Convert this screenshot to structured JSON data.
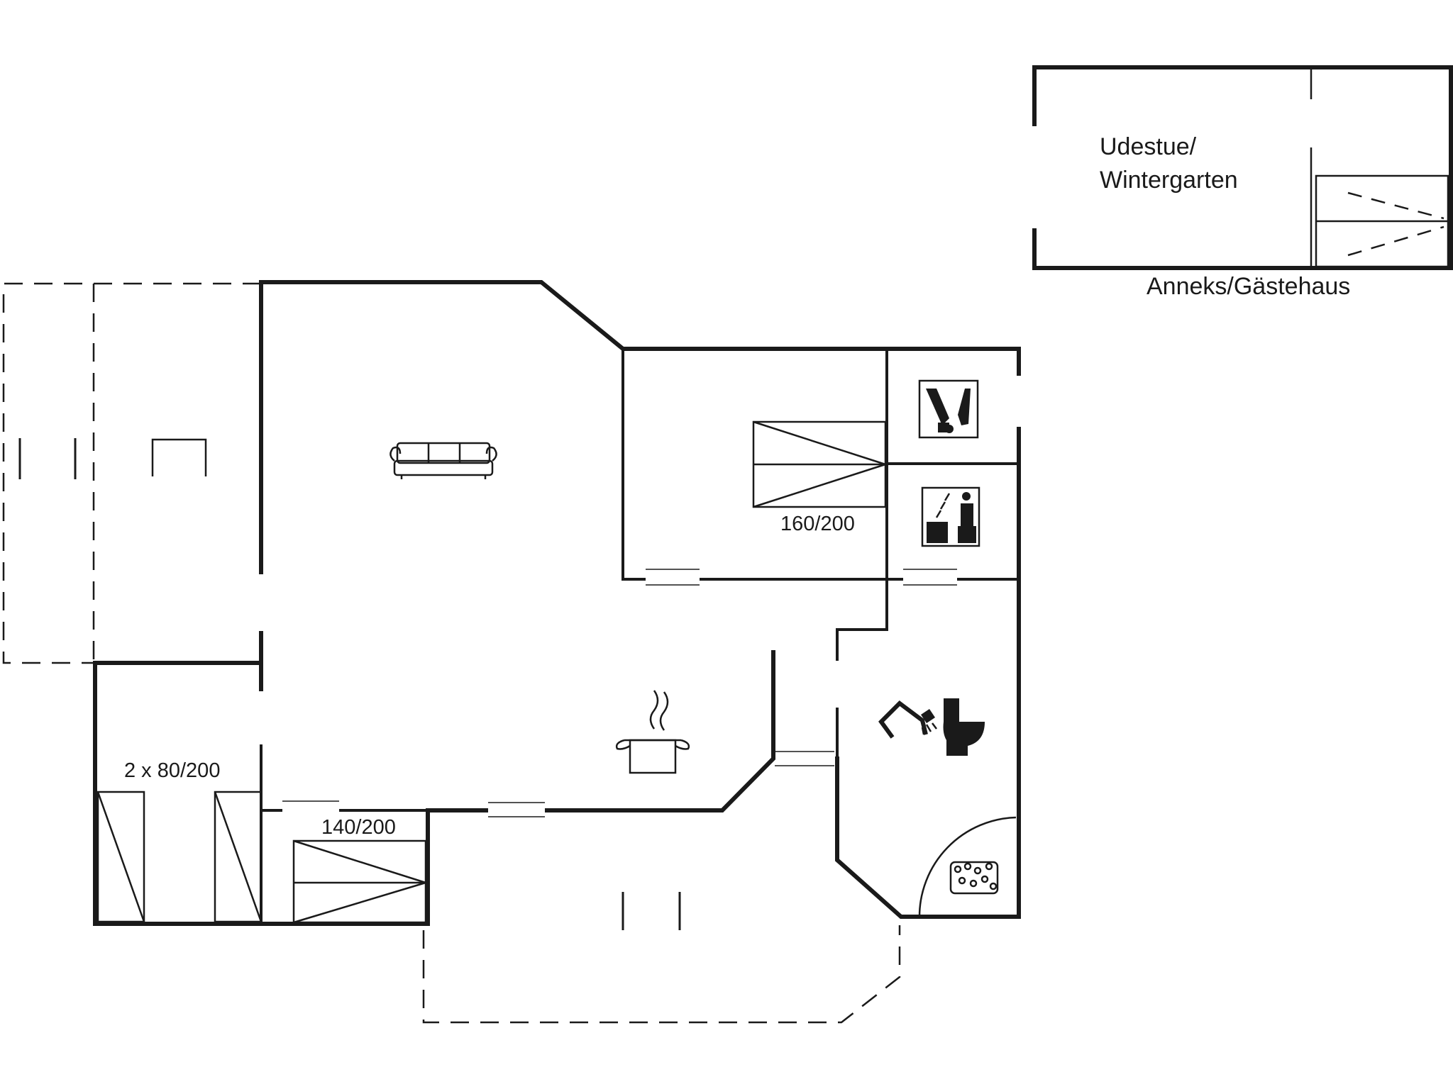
{
  "labels": {
    "annex_room": "Udestue/\nWintergarten",
    "annex_room_line1": "Udestue/",
    "annex_room_line2": "Wintergarten",
    "annex_caption": "Anneks/Gästehaus",
    "bed_master": "160/200",
    "bed_twin": "2 x 80/200",
    "bed_double": "140/200"
  },
  "icons": [
    "sofa-icon",
    "cooking-pot-icon",
    "shower-icon",
    "toilet-icon",
    "hot-tub-icon",
    "washing-machine-icon",
    "sauna-icon",
    "table-icon"
  ]
}
